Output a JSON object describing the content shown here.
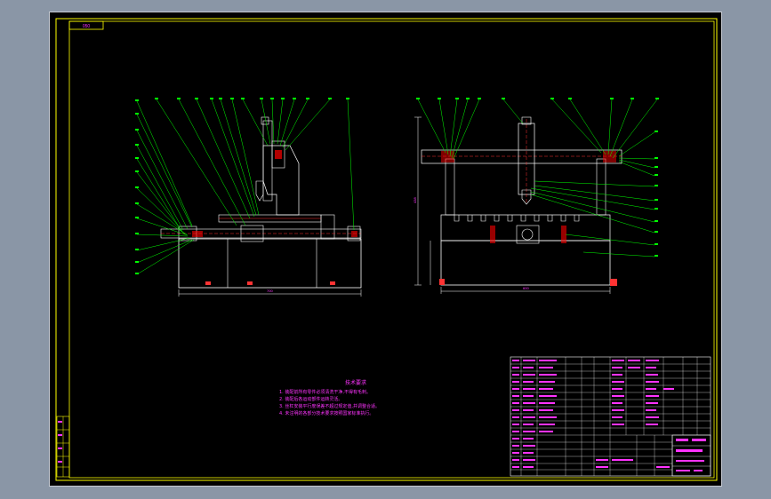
{
  "sheet": {
    "corner_tag": "050",
    "dimension_left_view": "700",
    "dimension_right_view": "600",
    "dimension_height": "438"
  },
  "technical_notes": {
    "title": "技术要求",
    "lines": [
      "1. 装配前所有零件必须清洗干净,不得有毛刺。",
      "2. 装配后各运动部件运转灵活。",
      "3. 丝杠安装平行度误差不超过规定值,并调整合适。",
      "4. 未注明的各部分技术要求按照国家标准执行。"
    ]
  },
  "colors": {
    "frame": "#ffff00",
    "leader": "#00ff00",
    "part": "#ffffff",
    "hatch": "#ff0000",
    "text": "#ff33ff",
    "axis": "#ff3333"
  },
  "icons": {
    "balloon": "balloon-icon",
    "motor": "motor-icon"
  }
}
